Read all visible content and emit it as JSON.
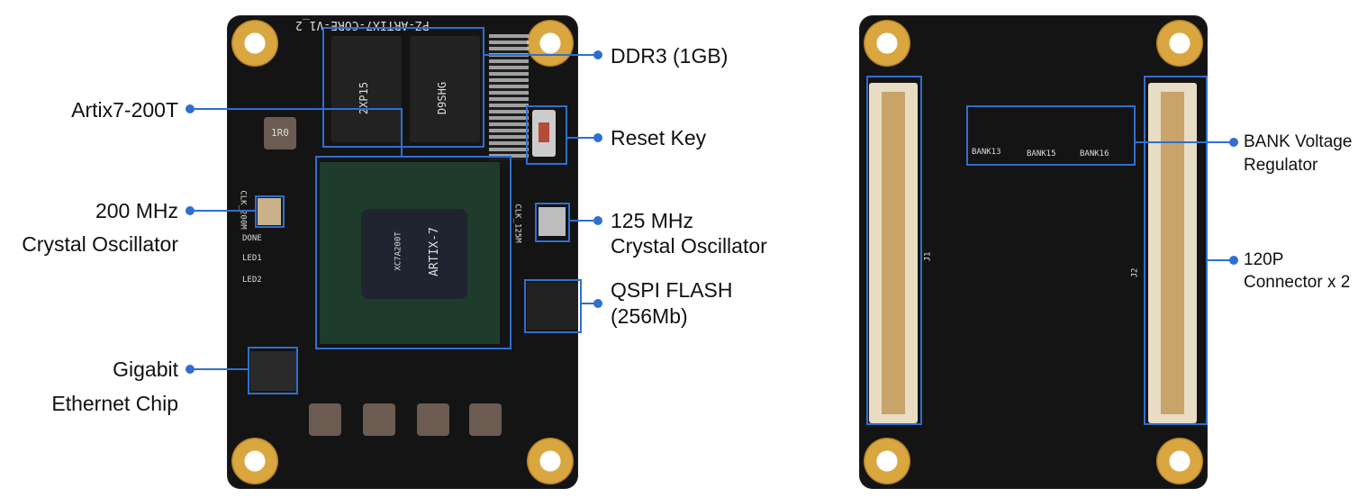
{
  "front_board": {
    "silkscreen_title": "PZ-ARTIX7-CORE-V1_2",
    "chip_markings": [
      "ARTIX-7",
      "XC7A200T"
    ],
    "ddr_markings": [
      "2XP15",
      "D9SHG"
    ],
    "inductor_marking": "1R0",
    "silk_labels": [
      "DONE",
      "LED1",
      "LED2",
      "CLK_200M",
      "CLK_125M"
    ]
  },
  "back_board": {
    "silk_labels": [
      "BANK13",
      "BANK15",
      "BANK16",
      "J1",
      "J2"
    ]
  },
  "callouts": {
    "ddr3": "DDR3 (1GB)",
    "artix": "Artix7-200T",
    "reset": "Reset Key",
    "osc200": [
      "200 MHz",
      "Crystal Oscillator"
    ],
    "osc125": [
      "125 MHz",
      "Crystal Oscillator"
    ],
    "qspi": [
      "QSPI FLASH",
      "(256Mb)"
    ],
    "ethernet": [
      "Gigabit",
      "Ethernet Chip"
    ],
    "bank": [
      "BANK Voltage",
      "Regulator"
    ],
    "connector": [
      "120P",
      "Connector x 2"
    ]
  },
  "colors": {
    "callout": "#2f6fd1",
    "pcb": "#141414",
    "gold": "#d9a640"
  }
}
